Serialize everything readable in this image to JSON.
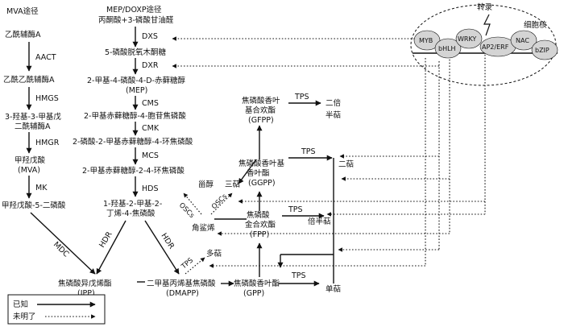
{
  "mva": {
    "title": "MVA途径",
    "n1": "乙酰辅酶A",
    "e1": "AACT",
    "n2": "乙酰乙酰辅酶A",
    "e2": "HMGS",
    "n3a": "3-羟基-3-甲基戊",
    "n3b": "二酰辅酶A",
    "e3": "HMGR",
    "n4a": "甲羟戊酸",
    "n4b": "(MVA)",
    "e4": "MK",
    "n5": "甲羟戊酸-5-二磷酸",
    "e5": "MDC"
  },
  "mep": {
    "title": "MEP/DOXP途径",
    "sub": "丙酮酸+3-磷酸甘油醛",
    "e1": "DXS",
    "n1": "5-磷酸脱氧木酮糖",
    "e2": "DXR",
    "n2a": "2-甲基-4-磷酸-4-D-赤藓糖醇",
    "n2b": "(MEP)",
    "e3": "CMS",
    "n3": "2-甲基赤藓糖醇-4-胞苷焦磷酸",
    "e4": "CMK",
    "n4": "2-磷酸-2-甲基赤藓糖醇-4-环焦磷酸",
    "e5": "MCS",
    "n5": "2-甲基赤藓糖醇-2-4-环焦磷酸",
    "e6": "HDS",
    "n6a": "1-羟基-2-甲基-2-",
    "n6b": "丁烯-4-焦磷酸",
    "e7": "HDR",
    "e8": "HDR"
  },
  "core": {
    "ipp_a": "焦磷酸异戊烯酯",
    "ipp_b": "(IPP)",
    "dmapp_a": "二甲基丙烯基焦磷酸",
    "dmapp_b": "(DMAPP)",
    "gpp_a": "焦磷酸香叶酯",
    "gpp_b": "(GPP)",
    "fpp_a": "焦磷酸",
    "fpp_b": "金合欢酯",
    "fpp_c": "(FPP)",
    "ggpp_a": "焦磷酸香叶基",
    "ggpp_b": "香叶酯",
    "ggpp_c": "(GGPP)",
    "gfpp_a": "焦磷酸香叶",
    "gfpp_b": "基合欢酯",
    "gfpp_c": "(GFPP)"
  },
  "products": {
    "hemi": "多萜",
    "mono": "单萜",
    "sesqui": "倍半萜",
    "di": "二萜",
    "sester": "二倍",
    "sester2": "半萜",
    "tri": "三萜",
    "squal": "角鲨烯",
    "sterol": "甾醇"
  },
  "enzymes": {
    "tps": "TPS",
    "oscs": "OSCs"
  },
  "nucleus": {
    "label": "细胞核",
    "transcription": "转录",
    "tfs": [
      "MYB",
      "bHLH",
      "WRKY",
      "AP2/ERF",
      "NAC",
      "bZIP"
    ]
  },
  "legend": {
    "known": "已知",
    "unknown": "未明了"
  }
}
